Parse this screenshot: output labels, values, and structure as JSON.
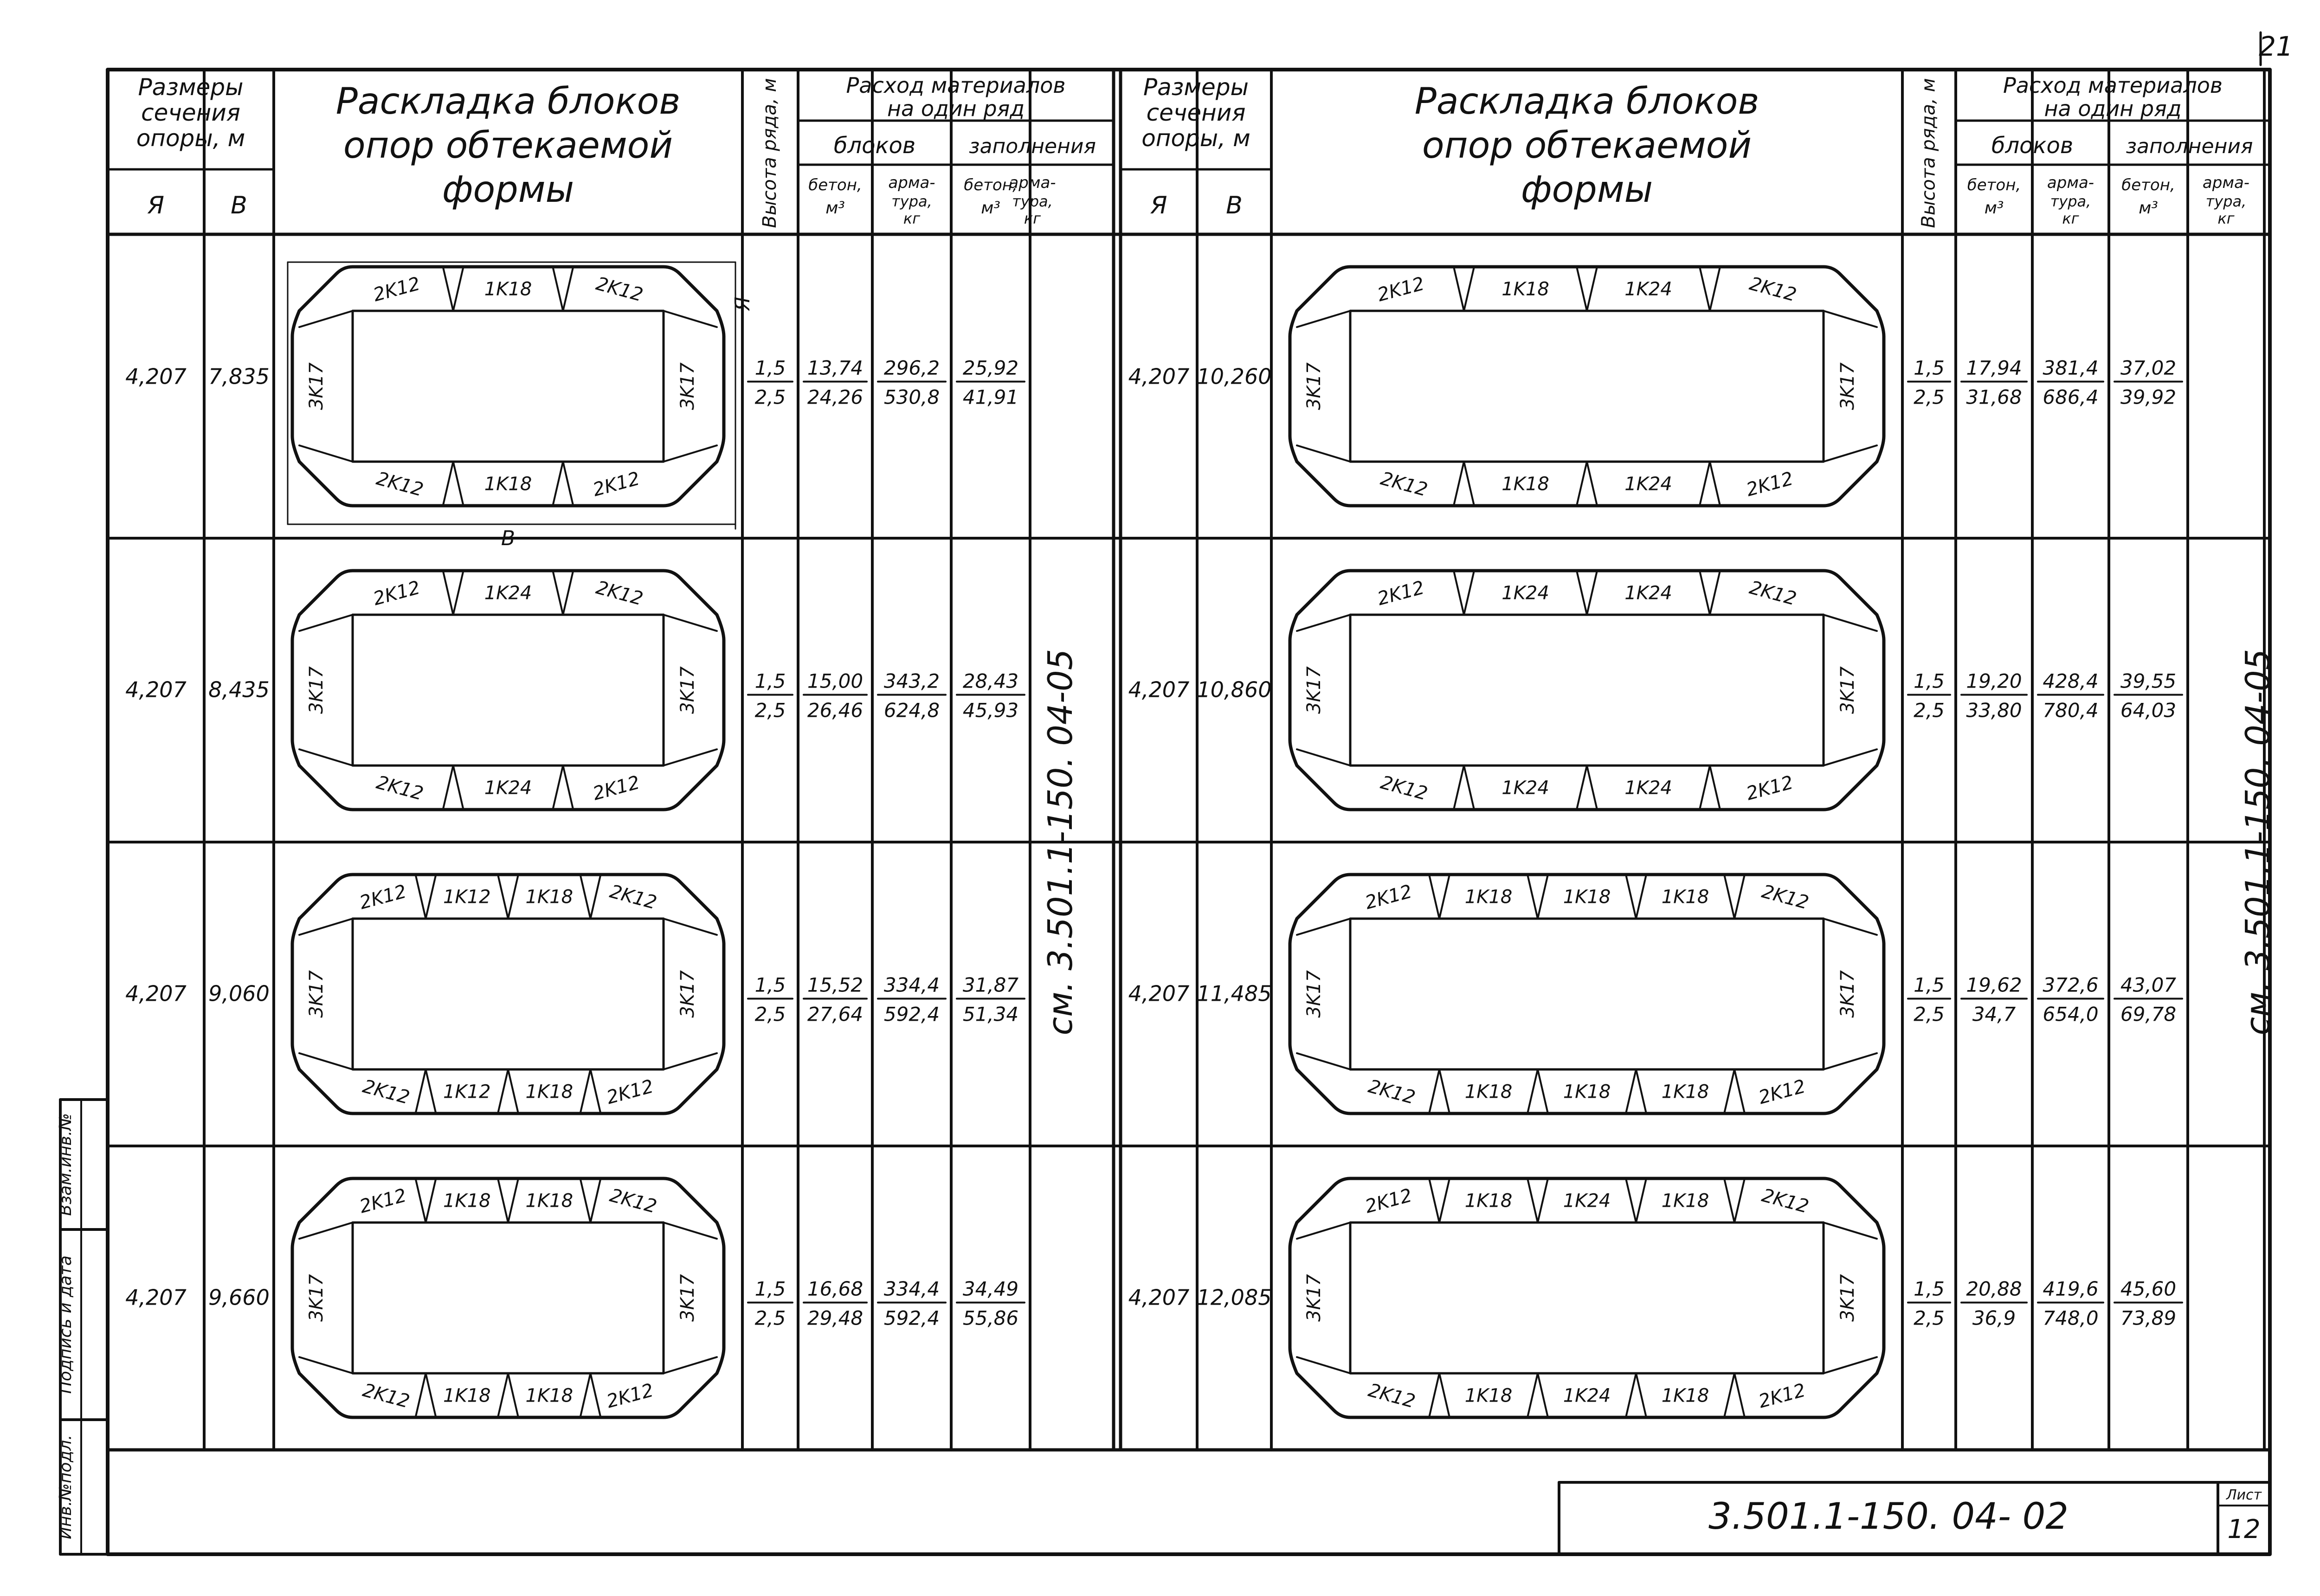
{
  "page_number_corner": "21",
  "header": {
    "left": {
      "size_title": [
        "Размеры",
        "сечения",
        "опоры, м"
      ],
      "col_a": "Я",
      "col_b": "В",
      "layout_title": [
        "Раскладка блоков",
        "опор обтекаемой",
        "формы"
      ],
      "row_height": "Высота ряда, м",
      "consumption_title": [
        "Расход материалов",
        "на один ряд"
      ],
      "blocks": "блоков",
      "filling": "заполнения",
      "concrete_blocks": "бетон, м³",
      "rebar_blocks": "арма-тура, кг",
      "concrete_fill": "бетон, м³",
      "rebar_fill": "арма-тура, кг"
    },
    "right": {
      "size_title": [
        "Размеры",
        "сечения",
        "опоры, м"
      ],
      "col_a": "Я",
      "col_b": "В",
      "layout_title": [
        "Раскладка блоков",
        "опор обтекаемой",
        "формы"
      ],
      "row_height": "Высота ряда, м",
      "consumption_title": [
        "Расход материалов",
        "на один ряд"
      ],
      "blocks": "блоков",
      "filling": "заполнения",
      "concrete_blocks": "бетон, м³",
      "rebar_blocks": "арма-тура, кг",
      "concrete_fill": "бетон, м³",
      "rebar_fill": "арма-тура, кг"
    }
  },
  "rows_left": [
    {
      "a": "4,207",
      "b": "7,835",
      "top": [
        "2K12",
        "1K18",
        "2K12"
      ],
      "bottom": [
        "2K12",
        "1K18",
        "2K12"
      ],
      "side": "3K17",
      "h": [
        "1,5",
        "2,5"
      ],
      "cb": [
        "13,74",
        "24,26"
      ],
      "rb": [
        "296,2",
        "530,8"
      ],
      "cf": [
        "25,92",
        "41,91"
      ],
      "dims": {
        "a": "Я",
        "b": "В"
      }
    },
    {
      "a": "4,207",
      "b": "8,435",
      "top": [
        "2K12",
        "1K24",
        "2K12"
      ],
      "bottom": [
        "2K12",
        "1K24",
        "2K12"
      ],
      "side": "3K17",
      "h": [
        "1,5",
        "2,5"
      ],
      "cb": [
        "15,00",
        "26,46"
      ],
      "rb": [
        "343,2",
        "624,8"
      ],
      "cf": [
        "28,43",
        "45,93"
      ]
    },
    {
      "a": "4,207",
      "b": "9,060",
      "top": [
        "2K12",
        "1K12",
        "1K18",
        "2K12"
      ],
      "bottom": [
        "2K12",
        "1K12",
        "1K18",
        "2K12"
      ],
      "side": "3K17",
      "h": [
        "1,5",
        "2,5"
      ],
      "cb": [
        "15,52",
        "27,64"
      ],
      "rb": [
        "334,4",
        "592,4"
      ],
      "cf": [
        "31,87",
        "51,34"
      ]
    },
    {
      "a": "4,207",
      "b": "9,660",
      "top": [
        "2K12",
        "1K18",
        "1K18",
        "2K12"
      ],
      "bottom": [
        "2K12",
        "1K18",
        "1K18",
        "2K12"
      ],
      "side": "3K17",
      "h": [
        "1,5",
        "2,5"
      ],
      "cb": [
        "16,68",
        "29,48"
      ],
      "rb": [
        "334,4",
        "592,4"
      ],
      "cf": [
        "34,49",
        "55,86"
      ]
    }
  ],
  "rows_right": [
    {
      "a": "4,207",
      "b": "10,260",
      "top": [
        "2K12",
        "1K18",
        "1K24",
        "2K12"
      ],
      "bottom": [
        "2K12",
        "1K18",
        "1K24",
        "2K12"
      ],
      "side": "3K17",
      "h": [
        "1,5",
        "2,5"
      ],
      "cb": [
        "17,94",
        "31,68"
      ],
      "rb": [
        "381,4",
        "686,4"
      ],
      "cf": [
        "37,02",
        "39,92"
      ]
    },
    {
      "a": "4,207",
      "b": "10,860",
      "top": [
        "2K12",
        "1K24",
        "1K24",
        "2K12"
      ],
      "bottom": [
        "2K12",
        "1K24",
        "1K24",
        "2K12"
      ],
      "side": "3K17",
      "h": [
        "1,5",
        "2,5"
      ],
      "cb": [
        "19,20",
        "33,80"
      ],
      "rb": [
        "428,4",
        "780,4"
      ],
      "cf": [
        "39,55",
        "64,03"
      ]
    },
    {
      "a": "4,207",
      "b": "11,485",
      "top": [
        "2K12",
        "1K18",
        "1K18",
        "1K18",
        "2K12"
      ],
      "bottom": [
        "2K12",
        "1K18",
        "1K18",
        "1K18",
        "2K12"
      ],
      "side": "3K17",
      "h": [
        "1,5",
        "2,5"
      ],
      "cb": [
        "19,62",
        "34,7"
      ],
      "rb": [
        "372,6",
        "654,0"
      ],
      "cf": [
        "43,07",
        "69,78"
      ]
    },
    {
      "a": "4,207",
      "b": "12,085",
      "top": [
        "2K12",
        "1K18",
        "1K24",
        "1K18",
        "2K12"
      ],
      "bottom": [
        "2K12",
        "1K18",
        "1K24",
        "1K18",
        "2K12"
      ],
      "side": "3K17",
      "h": [
        "1,5",
        "2,5"
      ],
      "cb": [
        "20,88",
        "36,9"
      ],
      "rb": [
        "419,6",
        "748,0"
      ],
      "cf": [
        "45,60",
        "73,89"
      ]
    }
  ],
  "reference_left": "см. 3.501.1-150. 04-05",
  "reference_right": "см. 3.501.1-150. 04-05",
  "side_stamp": [
    "Инв.№подл.",
    "Подпись и дата",
    "Взам.инв.№"
  ],
  "title_block": {
    "code": "3.501.1-150.   04- 02",
    "sheet_label": "Лист",
    "sheet_number": "12"
  }
}
